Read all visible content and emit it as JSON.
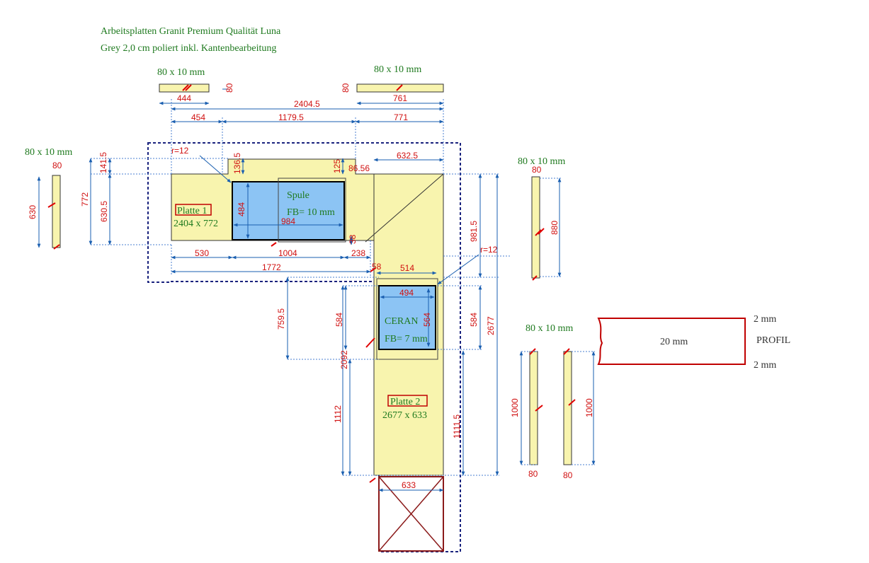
{
  "header": {
    "line1": "Arbeitsplatten Granit Premium Qualität Luna",
    "line2": "Grey 2,0 cm poliert inkl. Kantenbearbeitung"
  },
  "colors": {
    "slab": "#f8f4ae",
    "sink": "#8cc4f4",
    "dimension_text": "#d01010",
    "dimension_line": "#1a5fb0",
    "label_green": "#1f7a1f",
    "frame": "#1a237e",
    "profile": "#c00000"
  },
  "strips": {
    "top_left": {
      "label": "80 x 10 mm",
      "length": "444",
      "width": "80"
    },
    "top_right": {
      "label": "80 x 10 mm",
      "length": "761",
      "width": "80"
    },
    "left": {
      "label": "80 x 10 mm",
      "length": "630",
      "width": "80"
    },
    "right": {
      "label": "80 x 10 mm",
      "length": "880",
      "width": "80"
    },
    "bottom": {
      "label": "80 x 10 mm",
      "length_a": "1000",
      "length_b": "1000",
      "width_a": "80",
      "width_b": "80"
    }
  },
  "plate1": {
    "name": "Platte 1",
    "size": "2404 x 772"
  },
  "plate2": {
    "name": "Platte 2",
    "size": "2677 x 633"
  },
  "sink": {
    "name": "Spule",
    "fb": "FB= 10 mm",
    "width": "984",
    "height": "484"
  },
  "ceran": {
    "name": "CERAN",
    "fb": "FB= 7 mm",
    "width": "494",
    "height": "564"
  },
  "radius_labels": {
    "r1": "r=12",
    "r2": "r=12"
  },
  "dims": {
    "total_width": "2404.5",
    "seg_454": "454",
    "seg_1179_5": "1179.5",
    "seg_771": "771",
    "d_141_5": "141.5",
    "d_772": "772",
    "d_630_5": "630.5",
    "d_136_5": "136.5",
    "d_125": "125",
    "d_86_56": "86.56",
    "d_632_5": "632.5",
    "d_530": "530",
    "d_1004": "1004",
    "d_238": "238",
    "d_38": "38",
    "d_1772": "1772",
    "d_58": "58",
    "d_514": "514",
    "d_981_5": "981.5",
    "d_2677": "2677",
    "d_759_5": "759.5",
    "d_584_left": "584",
    "d_584_right": "584",
    "d_2092": "2092",
    "d_1112": "1112",
    "d_1111_5": "1111.5",
    "d_633": "633"
  },
  "profile": {
    "thickness": "20 mm",
    "top": "2 mm",
    "bottom": "2 mm",
    "label": "PROFIL"
  }
}
